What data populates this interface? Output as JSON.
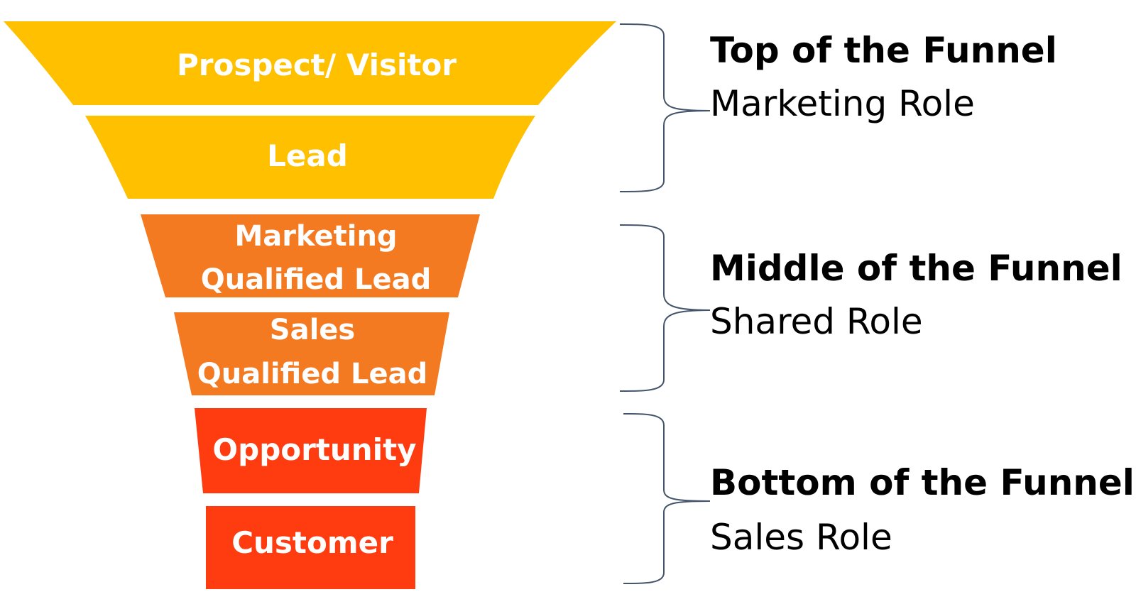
{
  "colors": {
    "top": "#FFC000",
    "middle": "#F47A22",
    "bottom": "#FF3B10",
    "stage_text": "#FFFFFF",
    "phase_text": "#000000",
    "brace": "#44546A"
  },
  "stages": [
    {
      "lines": [
        "Prospect/ Visitor"
      ],
      "group": "top"
    },
    {
      "lines": [
        "Lead"
      ],
      "group": "top"
    },
    {
      "lines": [
        "Marketing",
        "Qualified Lead"
      ],
      "group": "middle"
    },
    {
      "lines": [
        "Sales",
        "Qualified Lead"
      ],
      "group": "middle"
    },
    {
      "lines": [
        "Opportunity"
      ],
      "group": "bottom"
    },
    {
      "lines": [
        "Customer"
      ],
      "group": "bottom"
    }
  ],
  "phases": [
    {
      "title": "Top of the Funnel",
      "role": "Marketing Role"
    },
    {
      "title": "Middle of the Funnel",
      "role": "Shared Role"
    },
    {
      "title": "Bottom of the Funnel",
      "role": "Sales Role"
    }
  ]
}
